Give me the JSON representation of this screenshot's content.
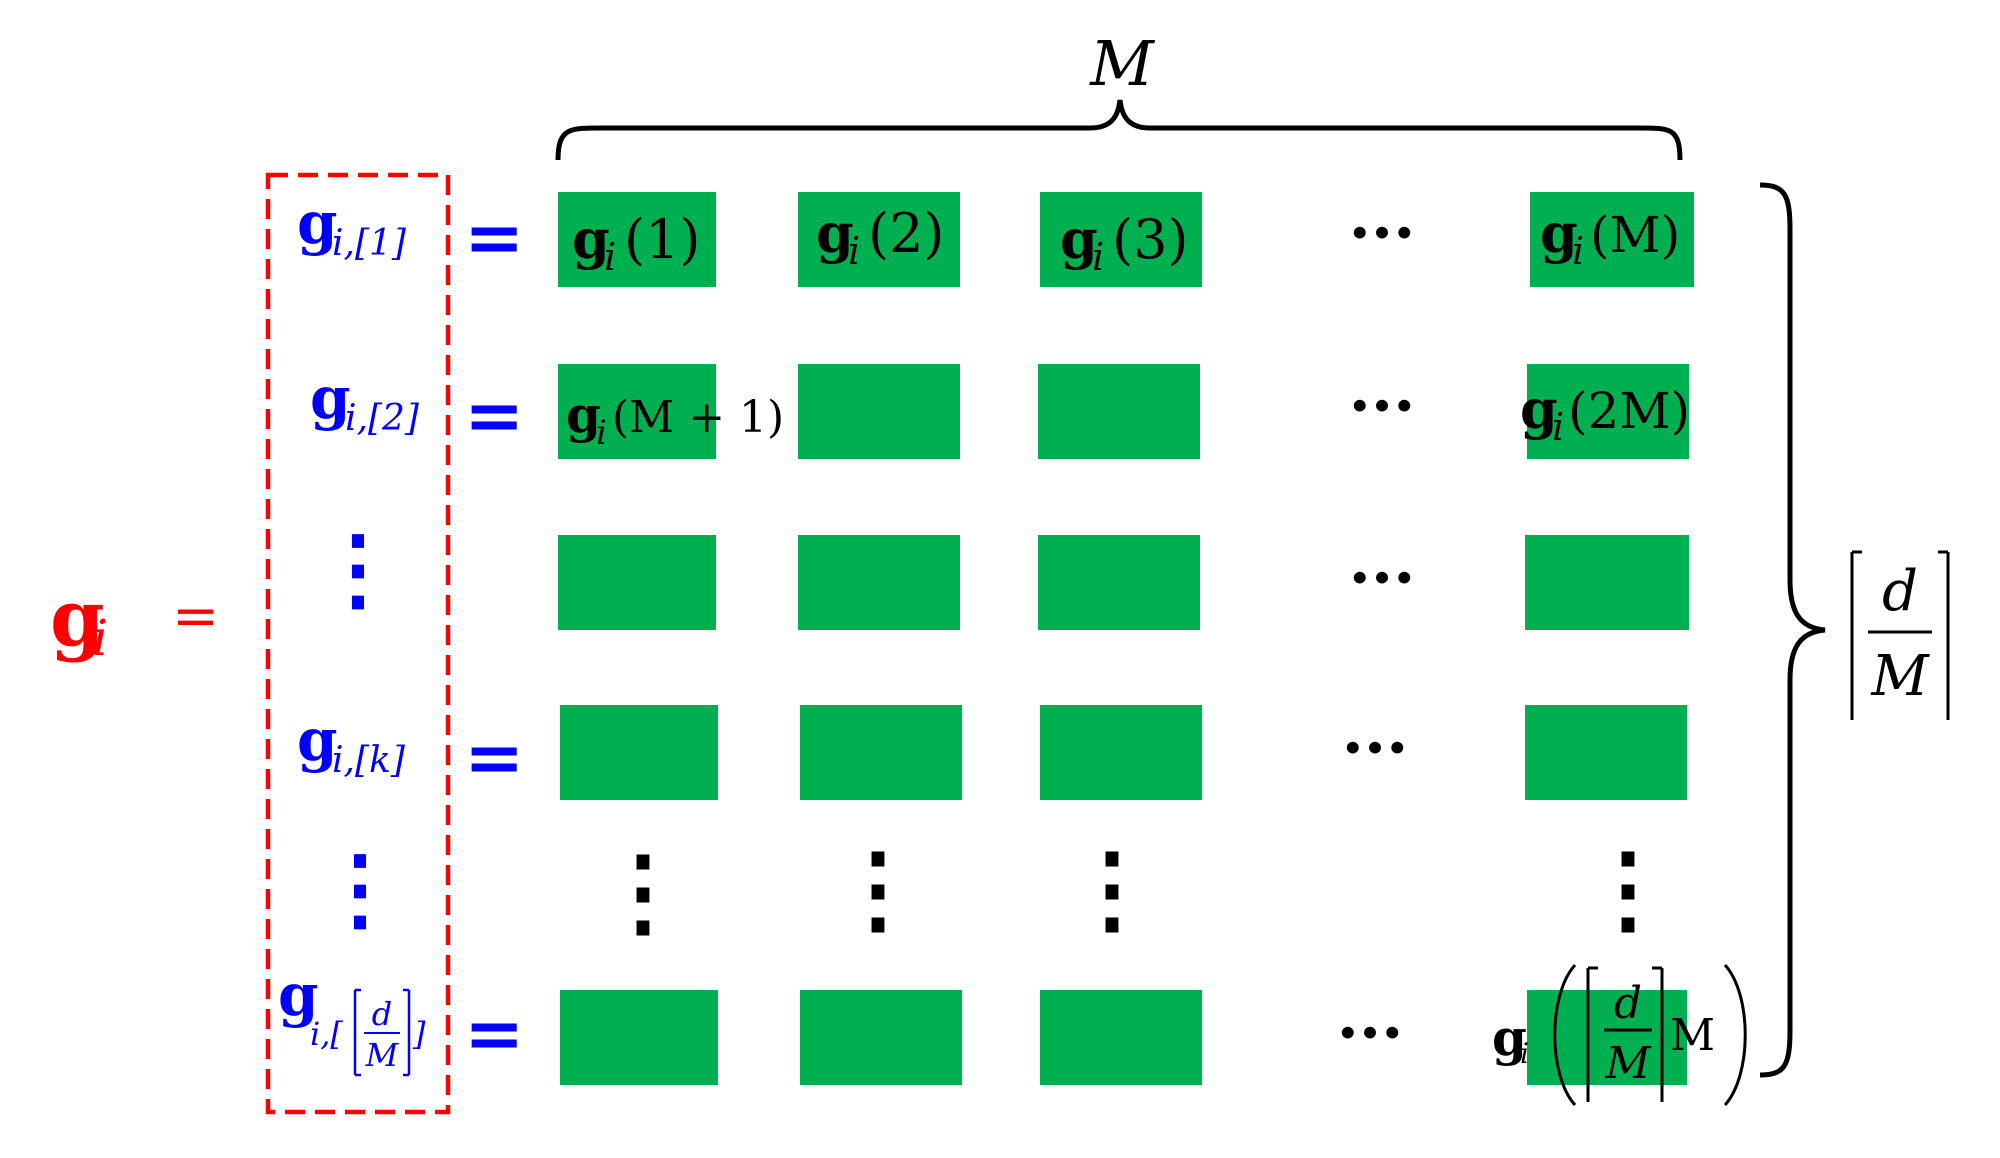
{
  "diagram": {
    "colors": {
      "block": "#00b050",
      "blue": "#0000ff",
      "red": "#ff0000",
      "ink": "#000000",
      "dashed_box": "#ff0000"
    },
    "vector": {
      "symbol": "g",
      "subscript": "i",
      "equals": "="
    },
    "top_brace_label": "M",
    "right_brace_label": {
      "numerator": "d",
      "denominator": "M"
    },
    "row_labels": {
      "row1": {
        "symbol": "g",
        "subscript": "i,[1]",
        "equals": "="
      },
      "row2": {
        "symbol": "g",
        "subscript": "i,[2]",
        "equals": "="
      },
      "row_k": {
        "symbol": "g",
        "subscript": "i,[k]",
        "equals": "="
      },
      "row_last": {
        "symbol": "g",
        "subscript_prefix": "i,[",
        "frac_num": "d",
        "frac_den": "M",
        "subscript_suffix": "]",
        "equals": "="
      }
    },
    "cells": {
      "r1c1": {
        "symbol": "g",
        "sub": "i",
        "arg": "(1)"
      },
      "r1c2": {
        "symbol": "g",
        "sub": "i",
        "arg": "(2)"
      },
      "r1c3": {
        "symbol": "g",
        "sub": "i",
        "arg": "(3)"
      },
      "r1c5": {
        "symbol": "g",
        "sub": "i",
        "arg": "(M)"
      },
      "r2c1": {
        "symbol": "g",
        "sub": "i",
        "arg": "(M + 1)"
      },
      "r2c5": {
        "symbol": "g",
        "sub": "i",
        "arg": "(2M)"
      },
      "r6c5": {
        "symbol": "g",
        "sub": "i",
        "frac_num": "d",
        "frac_den": "M",
        "suffix": "M"
      }
    },
    "ellipsis_h": "···",
    "ellipsis_v": "⋮"
  }
}
